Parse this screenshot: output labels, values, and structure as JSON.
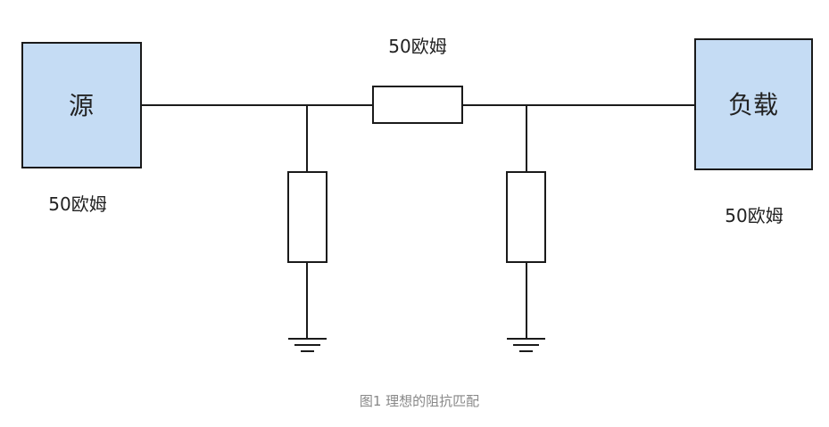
{
  "diagram": {
    "source": {
      "label": "源",
      "impedance": "50欧姆"
    },
    "load": {
      "label": "负载",
      "impedance": "50欧姆"
    },
    "series_resistor": {
      "impedance": "50欧姆"
    },
    "caption": "图1 理想的阻抗匹配"
  },
  "colors": {
    "box_fill": "#c5dcf4",
    "line": "#1a1a1a",
    "text": "#222222",
    "caption": "#888888"
  }
}
